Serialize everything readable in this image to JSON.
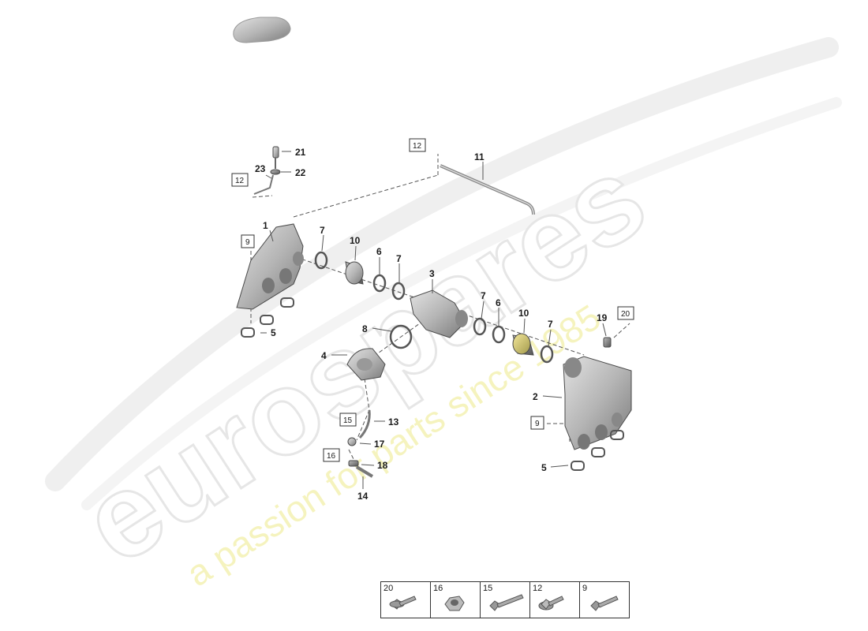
{
  "watermark": {
    "brand": "eurospares",
    "slogan": "a passion for parts since 1985"
  },
  "callouts": {
    "p1": "1",
    "p2": "2",
    "p3": "3",
    "p4": "4",
    "p5a": "5",
    "p5b": "5",
    "p6a": "6",
    "p6b": "6",
    "p7a": "7",
    "p7b": "7",
    "p7c": "7",
    "p7d": "7",
    "p8": "8",
    "p10a": "10",
    "p10b": "10",
    "p11": "11",
    "p13": "13",
    "p14": "14",
    "p17": "17",
    "p18": "18",
    "p19": "19",
    "p21": "21",
    "p22": "22",
    "p23": "23"
  },
  "boxed_refs": {
    "b12a": "12",
    "b12b": "12",
    "b9a": "9",
    "b9b": "9",
    "b15": "15",
    "b16": "16",
    "b20": "20"
  },
  "fastener_table": [
    {
      "number": "20",
      "icon": "flange-bolt-icon"
    },
    {
      "number": "16",
      "icon": "hex-nut-icon"
    },
    {
      "number": "15",
      "icon": "long-bolt-icon"
    },
    {
      "number": "12",
      "icon": "short-flange-bolt-icon"
    },
    {
      "number": "9",
      "icon": "bolt-icon"
    }
  ]
}
